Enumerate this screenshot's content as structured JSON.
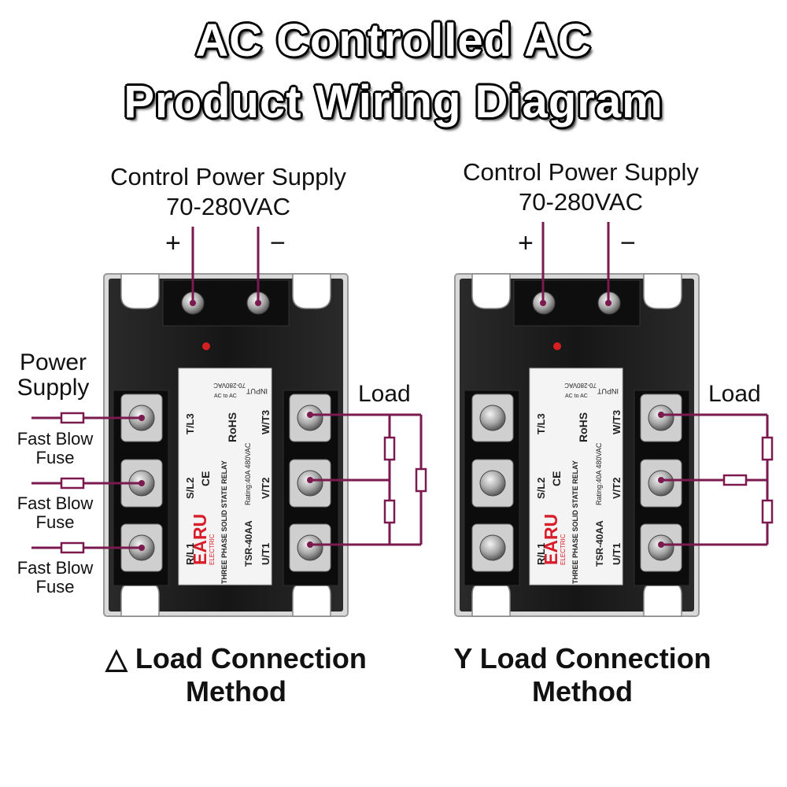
{
  "title": {
    "line1": "AC Controlled AC",
    "line2": "Product Wiring Diagram"
  },
  "left": {
    "control_supply": "Control Power Supply",
    "voltage": "70-280VAC",
    "plus": "+",
    "minus": "−",
    "power_supply_line1": "Power",
    "power_supply_line2": "Supply",
    "fuse_line1": "Fast Blow",
    "fuse_line2": "Fuse",
    "load": "Load",
    "method_line1": "△ Load Connection",
    "method_line2": "Method"
  },
  "right": {
    "control_supply": "Control Power Supply",
    "voltage": "70-280VAC",
    "plus": "+",
    "minus": "−",
    "load": "Load",
    "method_line1": "Y Load Connection",
    "method_line2": "Method"
  },
  "relay_label": {
    "input": "INPUT",
    "input_range": "70-280VAC",
    "ac_to_ac": "AC to AC",
    "brand": "EARU",
    "brand_sub": "ELECTRIC",
    "desc": "THREE PHASE SOLID STATE RELAY",
    "rating": "Rating:40A 480VAC",
    "model": "TSR-40AA",
    "ce": "CE",
    "rohs": "RoHS",
    "term_r": "R/L1",
    "term_s": "S/L2",
    "term_t": "T/L3",
    "term_u": "U/T1",
    "term_v": "V/T2",
    "term_w": "W/T3"
  },
  "colors": {
    "wire": "#7a1a4e",
    "relay_body": "#1a1a1a",
    "label_bg": "#f4f4f4"
  }
}
